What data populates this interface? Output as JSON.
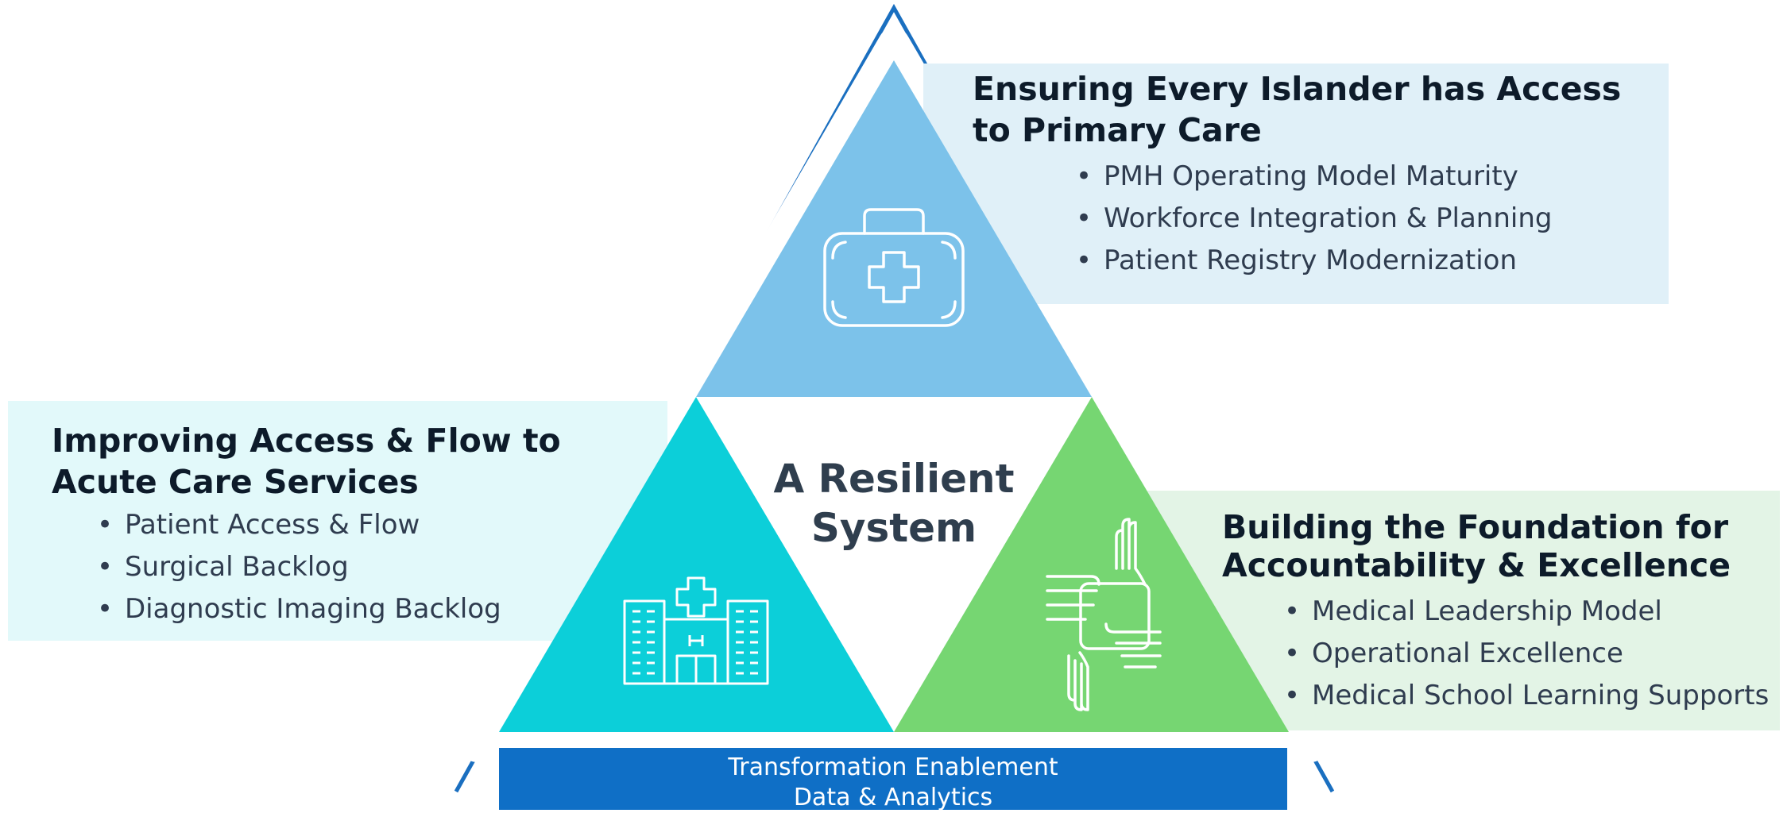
{
  "center": {
    "line1": "A Resilient",
    "line2": "System"
  },
  "panels": {
    "primary_care": {
      "title": "Ensuring Every Islander has Access to Primary Care",
      "items": [
        "PMH Operating Model Maturity",
        "Workforce Integration & Planning",
        "Patient Registry Modernization"
      ],
      "color": "#7cc2ea",
      "background": "#e0f0f8",
      "icon": "medical-kit-icon"
    },
    "acute_care": {
      "title": "Improving Access & Flow to Acute Care Services",
      "items": [
        "Patient Access & Flow",
        "Surgical Backlog",
        "Diagnostic Imaging Backlog"
      ],
      "color": "#0ccfd9",
      "background": "#e2f9fa",
      "icon": "hospital-icon"
    },
    "foundation": {
      "title": "Building the Foundation for Accountability & Excellence",
      "items": [
        "Medical Leadership Model",
        "Operational Excellence",
        "Medical School Learning Supports"
      ],
      "color": "#76d672",
      "background": "#e3f4e6",
      "icon": "joined-hands-icon"
    }
  },
  "base": {
    "line1": "Transformation Enablement",
    "line2": "Data & Analytics",
    "color": "#0f6fc6"
  },
  "outline_color": "#1a6fc0"
}
